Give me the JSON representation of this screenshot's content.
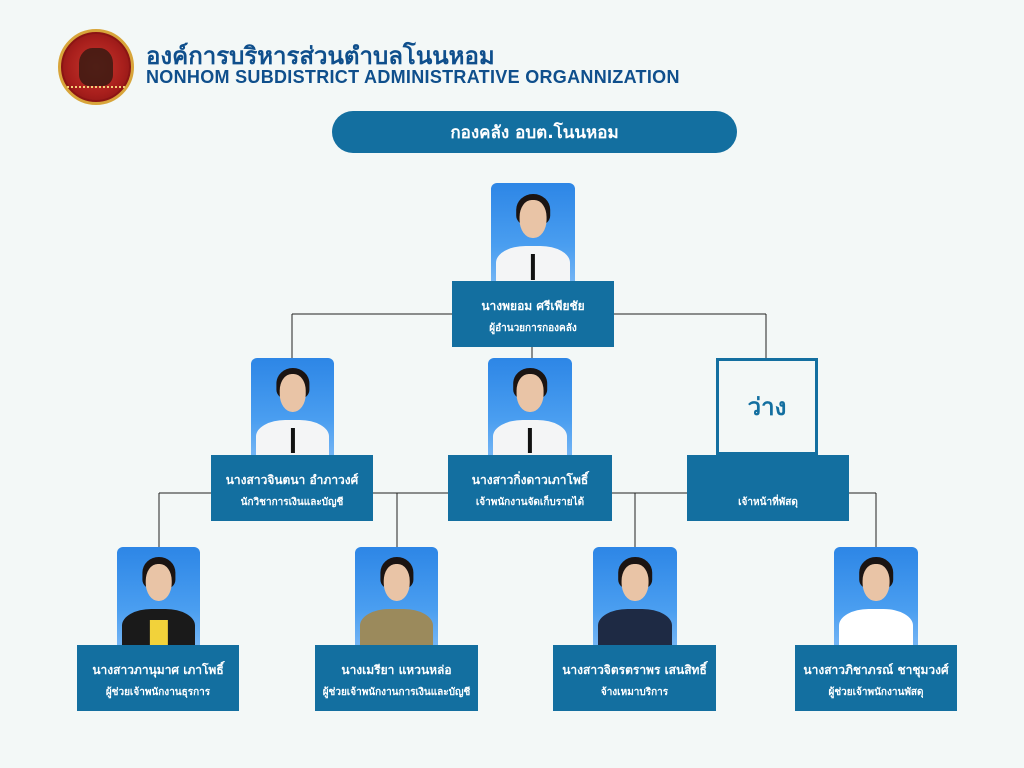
{
  "header": {
    "title_th": "องค์การบริหารส่วนตำบลโนนหอม",
    "title_en": "NONHOM SUBDISTRICT ADMINISTRATIVE ORGANNIZATION"
  },
  "department": "กองคลัง อบต.โนนหอม",
  "head": {
    "name": "นางพยอม ศรีเพียชัย",
    "position": "ผู้อำนวยการกองคลัง"
  },
  "level2": [
    {
      "name": "นางสาวจินตนา อำภาวงศ์",
      "position": "นักวิชาการเงินและบัญชี"
    },
    {
      "name": "นางสาวกิ่งดาวเภาโพธิ์",
      "position": "เจ้าพนักงานจัดเก็บรายได้"
    },
    {
      "name": "",
      "position": "เจ้าหน้าที่พัสดุ",
      "vacant_label": "ว่าง"
    }
  ],
  "level3": [
    {
      "name": "นางสาวภานุมาศ เภาโพธิ์",
      "position": "ผู้ช่วยเจ้าพนักงานธุรการ"
    },
    {
      "name": "นางเมรียา แหวนหล่อ",
      "position": "ผู้ช่วยเจ้าพนักงานการเงินและบัญชี"
    },
    {
      "name": "นางสาวจิตรตราพร เสนสิทธิ์",
      "position": "จ้างเหมาบริการ"
    },
    {
      "name": "นางสาวภิชาภรณ์ ชาชุมวงศ์",
      "position": "ผู้ช่วยเจ้าพนักงานพัสดุ"
    }
  ],
  "colors": {
    "primary": "#136fa0",
    "title": "#0f4f8c",
    "background": "#f3f8f7"
  }
}
